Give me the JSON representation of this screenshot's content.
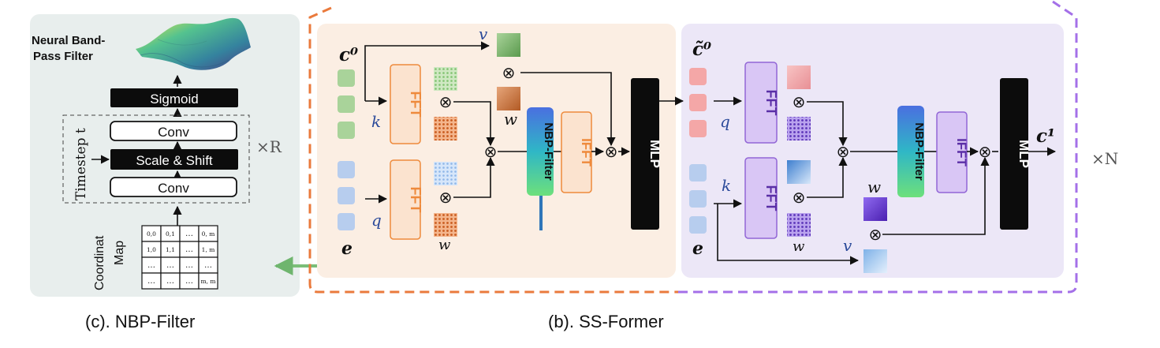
{
  "panel_c": {
    "title_line1": "Neural Band-",
    "title_line2": "Pass Filter",
    "sigmoid": "Sigmoid",
    "conv_top": "Conv",
    "scale_shift": "Scale & Shift",
    "conv_bottom": "Conv",
    "timestep": "Timestep t",
    "repeat": "×R",
    "coord_line1": "Coordinat",
    "coord_line2": "Map",
    "grid": [
      [
        "0,0",
        "0,1",
        "…",
        "0, m"
      ],
      [
        "1,0",
        "1,1",
        "…",
        "1, m"
      ],
      [
        "…",
        "…",
        "…",
        "…"
      ],
      [
        "…",
        "…",
        "…",
        "m, m"
      ]
    ],
    "caption": "(c). NBP-Filter"
  },
  "panel_b": {
    "left": {
      "c0": "c⁰",
      "v": "v",
      "k": "k",
      "q": "q",
      "w_top": "w",
      "w_bottom": "w",
      "e": "e",
      "fft_top": "FFT",
      "fft_bottom": "FFT",
      "nbp": "NBP-Filter",
      "ifft": "IFFT",
      "mlp": "MLP",
      "otimes": "⊗"
    },
    "right": {
      "c0_tilde": "c̃⁰",
      "q": "q",
      "k": "k",
      "w_top": "w",
      "w_bottom": "w",
      "v": "v",
      "e": "e",
      "fft_top": "FFT",
      "fft_bottom": "FFT",
      "nbp": "NBP-Filter",
      "ifft": "IFFT",
      "mlp": "MLP",
      "c1": "c¹"
    },
    "repeat": "×N",
    "caption": "(b). SS-Former"
  },
  "colors": {
    "panel_c_bg": "#e8eeed",
    "left_bg": "#fbeee3",
    "right_bg": "#ece7f7",
    "orange_dash": "#ea7a3c",
    "purple_dash": "#a470e8",
    "fft_orange": "#ee8a3c",
    "fft_purple": "#b48ae6",
    "green_square": "#a9d39a",
    "blue_square": "#b7cdee",
    "pink_square": "#f4a7a7",
    "mlp_black": "#0c0c0c"
  }
}
